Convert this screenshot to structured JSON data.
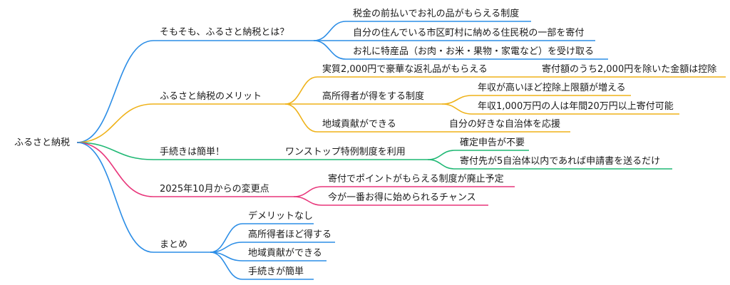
{
  "root": {
    "label": "ふるさと納税"
  },
  "colors": {
    "blue": "#2b8de6",
    "orange": "#efb219",
    "green": "#1fb874",
    "pink": "#e8357a"
  },
  "branches": {
    "b1": {
      "label": "そもそも、ふるさと納税とは？",
      "children": {
        "c1": "税金の前払いでお礼の品がもらえる制度",
        "c2": "自分の住んでいる市区町村に納める住民税の一部を寄付",
        "c3": "お礼に特産品（お肉・お米・果物・家電など）を受け取る"
      }
    },
    "b2": {
      "label": "ふるさと納税のメリット",
      "children": {
        "c1": {
          "label": "実質2,000円で豪華な返礼品がもらえる",
          "sub": {
            "s1": "寄付額のうち2,000円を除いた金額は控除"
          }
        },
        "c2": {
          "label": "高所得者が得をする制度",
          "sub": {
            "s1": "年収が高いほど控除上限額が増える",
            "s2": "年収1,000万円の人は年間20万円以上寄付可能"
          }
        },
        "c3": {
          "label": "地域貢献ができる",
          "sub": {
            "s1": "自分の好きな自治体を応援"
          }
        }
      }
    },
    "b3": {
      "label": "手続きは簡単！",
      "children": {
        "c1": {
          "label": "ワンストップ特例制度を利用",
          "sub": {
            "s1": "確定申告が不要",
            "s2": "寄付先が5自治体以内であれば申請書を送るだけ"
          }
        }
      }
    },
    "b4": {
      "label": "2025年10月からの変更点",
      "children": {
        "c1": "寄付でポイントがもらえる制度が廃止予定",
        "c2": "今が一番お得に始められるチャンス"
      }
    },
    "b5": {
      "label": "まとめ",
      "children": {
        "c1": "デメリットなし",
        "c2": "高所得者ほど得する",
        "c3": "地域貢献ができる",
        "c4": "手続きが簡単"
      }
    }
  }
}
